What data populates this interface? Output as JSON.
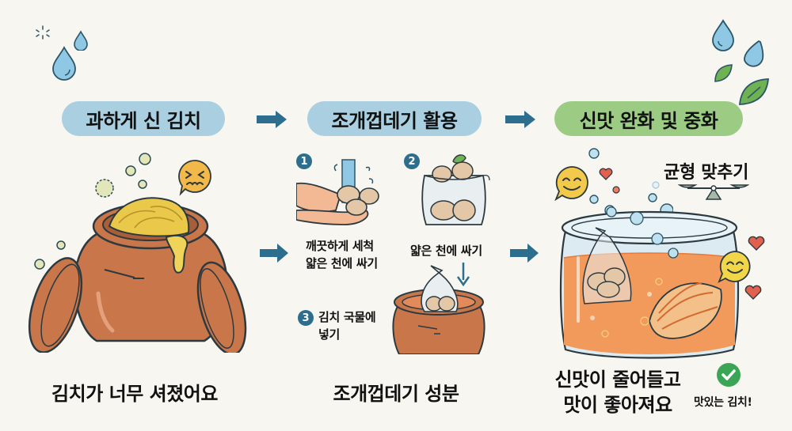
{
  "colors": {
    "background": "#f7f6f0",
    "pill_blue": "#a9cfe0",
    "pill_green": "#9ccc84",
    "arrow": "#2d6e8e",
    "pot": "#c8764a",
    "brine": "#f19a5c",
    "check": "#3aa655"
  },
  "headers": [
    {
      "label": "과하게 신 김치",
      "style": "blue"
    },
    {
      "label": "조개껍데기 활용",
      "style": "blue"
    },
    {
      "label": "신맛 완화 및 중화",
      "style": "green"
    }
  ],
  "panel1": {
    "caption": "김치가 너무 셔졌어요",
    "icons": [
      "water-drop-icon",
      "sparkle-icon",
      "kimchi-pot-icon",
      "disgusted-face-icon",
      "bubble-icon"
    ]
  },
  "panel2": {
    "steps": [
      {
        "number": "1",
        "label_line1": "깨끗하게 세척",
        "label_line2": "얇은 천에 싸기"
      },
      {
        "number": "2",
        "label": "얇은 천에 싸기"
      },
      {
        "number": "3",
        "label_line1": "김치 국물에",
        "label_line2": "넣기"
      }
    ],
    "caption": "조개껍데기 성분"
  },
  "panel3": {
    "balance_label": "균형 맞추기",
    "caption_line1": "신맛이 줄어들고",
    "caption_line2": "맛이 좋아져요",
    "badge_label": "맛있는 김치!"
  }
}
